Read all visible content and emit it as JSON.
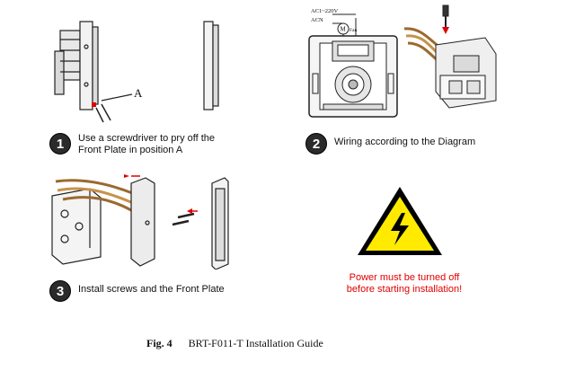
{
  "steps": [
    {
      "number": "1",
      "lines": [
        "Use a screwdriver to pry off the",
        "Front Plate in position A"
      ]
    },
    {
      "number": "2",
      "lines": [
        "Wiring according to the Diagram"
      ]
    },
    {
      "number": "3",
      "lines": [
        "Install screws and the Front Plate"
      ]
    }
  ],
  "diagram1": {
    "label_a": "A"
  },
  "diagram2": {
    "label_ac_line": "AC1~220V",
    "label_acn": "ACN",
    "label_fan": "Fan",
    "label_motor": "M"
  },
  "warning": {
    "lines": [
      "Power must be turned off",
      "before starting installation!"
    ],
    "color": "#e00000",
    "triangle_color": "#ffea00"
  },
  "caption": {
    "fig": "Fig. 4",
    "title": "BRT-F011-T Installation Guide"
  }
}
